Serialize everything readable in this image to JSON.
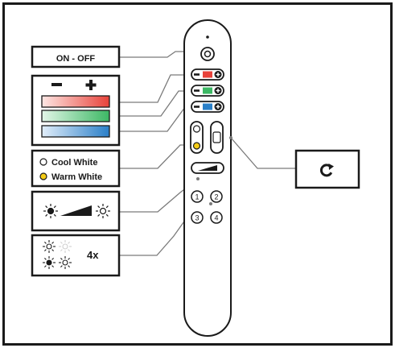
{
  "labels": {
    "on_off": "ON - OFF",
    "cool_white": "Cool White",
    "warm_white": "Warm White",
    "repeat": "4x"
  },
  "icons": {
    "minus": "minus-icon",
    "plus": "plus-icon",
    "refresh": "refresh-icon",
    "sun": "sun-icon",
    "dimmer": "dimmer-ramp-icon"
  },
  "remote": {
    "channel_buttons": [
      "1",
      "2",
      "3",
      "4"
    ]
  },
  "colors": {
    "outline": "#1a1a1a",
    "red": "#e8423a",
    "green": "#3cb864",
    "blue": "#2a7fc8",
    "warm": "#f4cc16",
    "connector": "#7a7a7a"
  }
}
